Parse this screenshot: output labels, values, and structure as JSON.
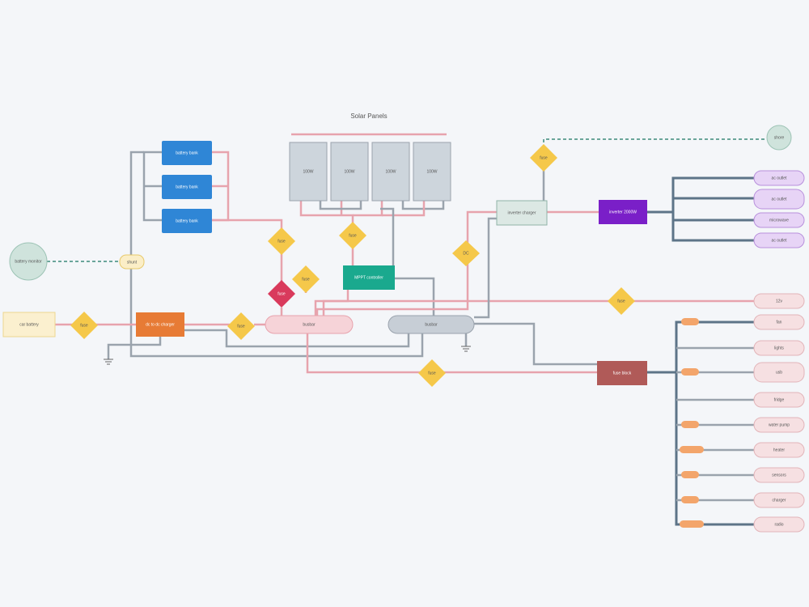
{
  "diagram": {
    "title": "Solar Panels",
    "solar_panels": [
      {
        "label": "100W"
      },
      {
        "label": "100W"
      },
      {
        "label": "100W"
      },
      {
        "label": "100W"
      }
    ],
    "batteries": [
      {
        "label": "battery bank"
      },
      {
        "label": "battery bank"
      },
      {
        "label": "battery bank"
      }
    ],
    "battery_monitor": {
      "label": "battery monitor"
    },
    "shunt": {
      "label": "shunt"
    },
    "dc_dc_charger": {
      "label": "dc to dc charger"
    },
    "car_battery": {
      "label": "car battery"
    },
    "mppt": {
      "label": "MPPT controller"
    },
    "busbar_pos": {
      "label": "busbar"
    },
    "busbar_neg": {
      "label": "busbar"
    },
    "inverter_charger": {
      "label": "inverter charger"
    },
    "inverter_purple": {
      "label": "inverter 2000W"
    },
    "fuse_block": {
      "label": "fuse block"
    },
    "shore": {
      "label": "shore"
    },
    "ac_outputs": [
      {
        "label": "ac outlet"
      },
      {
        "label": "ac outlet"
      },
      {
        "label": "microwave"
      },
      {
        "label": "ac outlet"
      }
    ],
    "dc_outputs": [
      {
        "label": "fan"
      },
      {
        "label": "lights"
      },
      {
        "label": "usb"
      },
      {
        "label": "fridge"
      },
      {
        "label": "water pump"
      },
      {
        "label": "heater"
      },
      {
        "label": "sensors"
      },
      {
        "label": "charger"
      },
      {
        "label": "radio"
      }
    ],
    "switch_right": {
      "label": "12v"
    },
    "dc_badge": {
      "label": "DC"
    },
    "diamonds": [
      {
        "label": "fuse"
      },
      {
        "label": "fuse"
      },
      {
        "label": "fuse"
      },
      {
        "label": "fuse"
      },
      {
        "label": "fuse"
      },
      {
        "label": "fuse"
      },
      {
        "label": "fuse"
      },
      {
        "label": "fuse"
      },
      {
        "label": "fuse"
      }
    ]
  }
}
